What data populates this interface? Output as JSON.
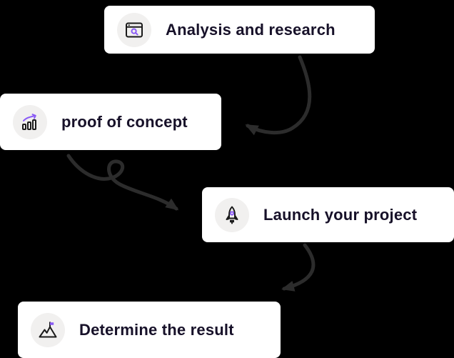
{
  "diagram": {
    "background_color": "#000000",
    "card_color": "#ffffff",
    "arrow_color": "#2c2c2c",
    "accent_color": "#8b5cf6",
    "ink_color": "#1a1a1a",
    "text_color": "#171129",
    "steps": [
      {
        "label": "Analysis and research",
        "icon": "browser-search-icon"
      },
      {
        "label": "proof of concept",
        "icon": "bar-chart-growth-icon"
      },
      {
        "label": "Launch your project",
        "icon": "rocket-icon"
      },
      {
        "label": "Determine the result",
        "icon": "mountain-flag-icon"
      }
    ]
  }
}
